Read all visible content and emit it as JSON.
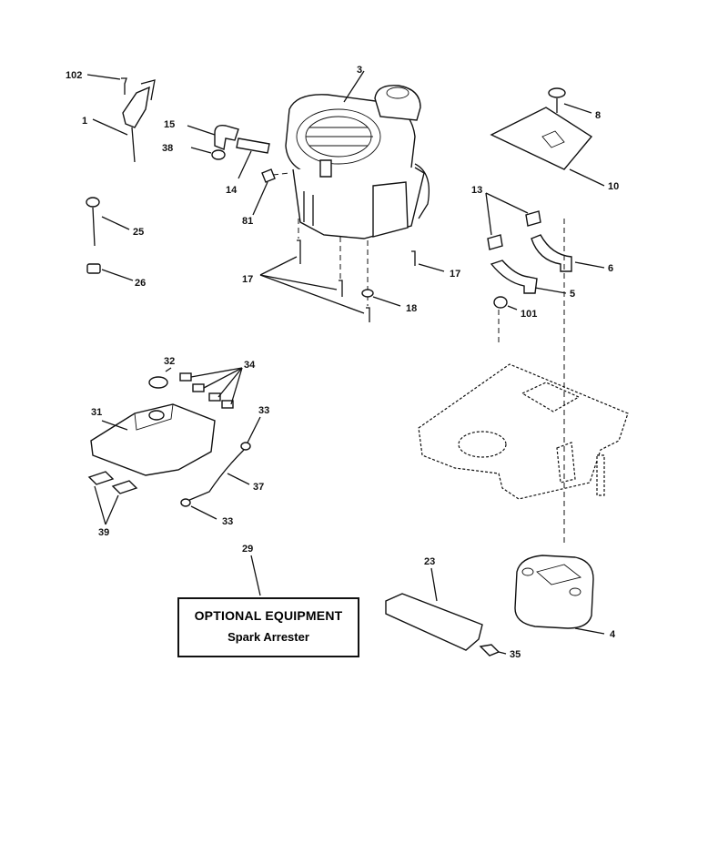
{
  "callouts": {
    "c102": "102",
    "c1": "1",
    "c3": "3",
    "c15": "15",
    "c38": "38",
    "c14": "14",
    "c81": "81",
    "c8": "8",
    "c10": "10",
    "c13": "13",
    "c6": "6",
    "c5": "5",
    "c101": "101",
    "c25": "25",
    "c26": "26",
    "c17a": "17",
    "c17b": "17",
    "c18": "18",
    "c32": "32",
    "c34": "34",
    "c31": "31",
    "c33a": "33",
    "c37": "37",
    "c33b": "33",
    "c39": "39",
    "c29": "29",
    "c23": "23",
    "c4": "4",
    "c35": "35"
  },
  "optional_box": {
    "title": "OPTIONAL EQUIPMENT",
    "subtitle": "Spark Arrester"
  }
}
